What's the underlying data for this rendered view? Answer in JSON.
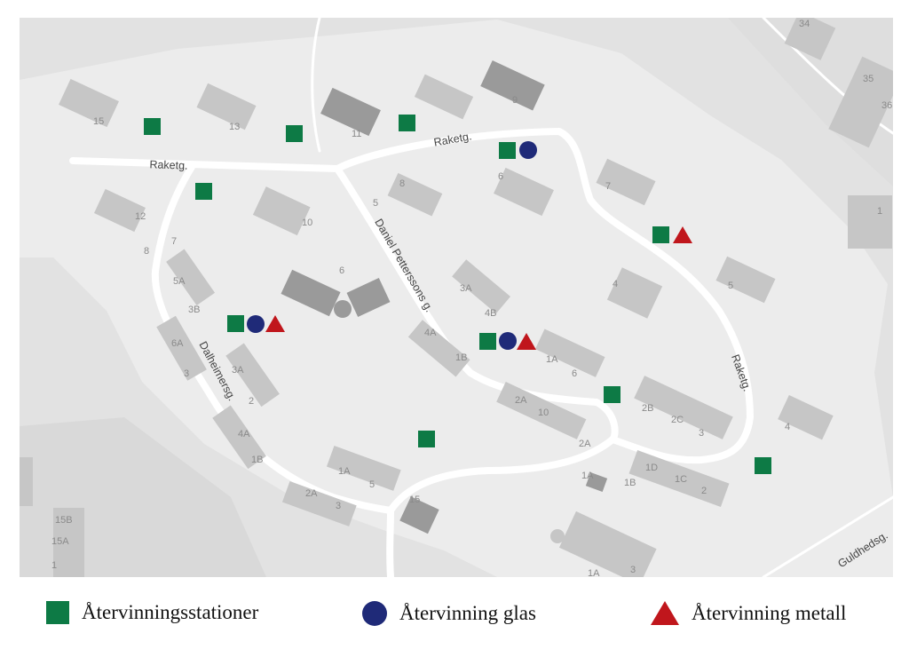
{
  "colors": {
    "background": "#e4e4e4",
    "area": "#ececec",
    "building": "#c6c6c6",
    "building_dark": "#9a9a9a",
    "road": "#ffffff",
    "recycling_station": "#0d7a45",
    "glass": "#1f2a78",
    "metal": "#c0161c"
  },
  "streets": [
    "Raketg.",
    "Raketg.",
    "Raketg.",
    "Daniel Petterssons g.",
    "Dalheimersg.",
    "Guldhedsg."
  ],
  "house_numbers": [
    "15",
    "13",
    "11",
    "9",
    "34",
    "35",
    "36",
    "12",
    "7",
    "8",
    "10",
    "5",
    "6",
    "8",
    "6",
    "7",
    "1",
    "4",
    "5",
    "5A",
    "3B",
    "3A",
    "4B",
    "4A",
    "1B",
    "1A",
    "6",
    "6A",
    "3",
    "3A",
    "2",
    "2A",
    "10",
    "2A",
    "2B",
    "2C",
    "3",
    "4",
    "4A",
    "1B",
    "1A",
    "5",
    "1A",
    "1D",
    "1B",
    "1C",
    "2",
    "2A",
    "3",
    "15",
    "15B",
    "15A",
    "1",
    "1A",
    "3"
  ],
  "legend": {
    "recycling_stations": "Återvinningsstationer",
    "glass": "Återvinning glas",
    "metal": "Återvinning metall"
  }
}
